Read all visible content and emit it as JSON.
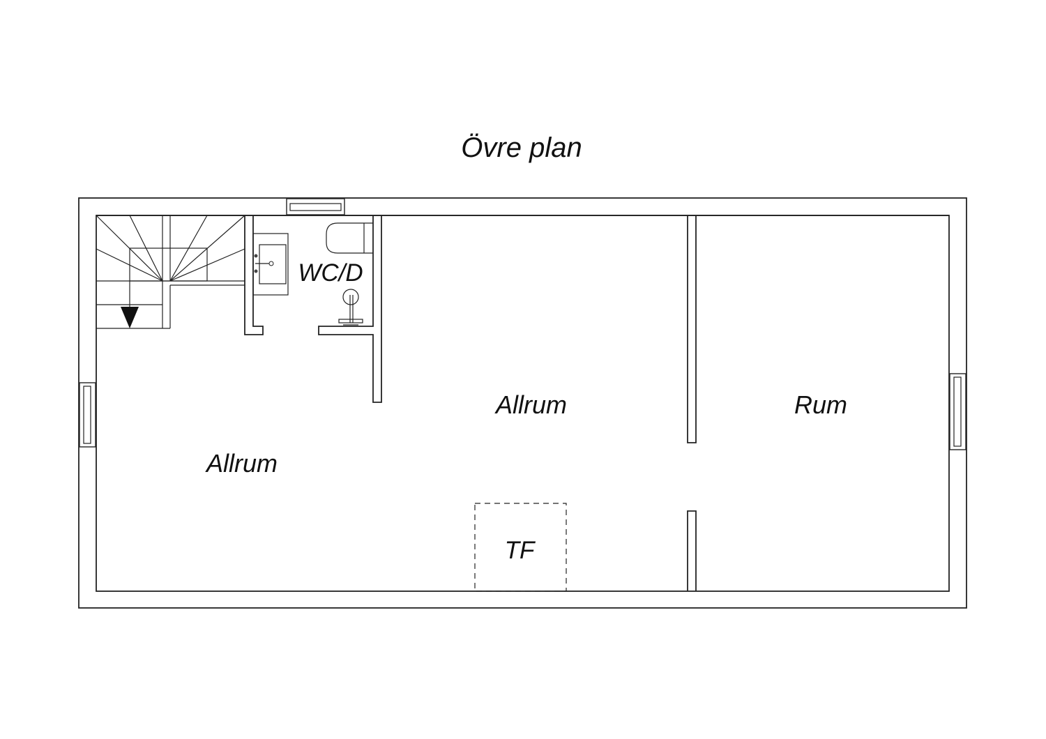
{
  "title": "Övre plan",
  "rooms": {
    "allrum_left": "Allrum",
    "allrum_middle": "Allrum",
    "rum": "Rum",
    "wc": "WC/D",
    "tf": "TF"
  },
  "stair_direction": "down"
}
